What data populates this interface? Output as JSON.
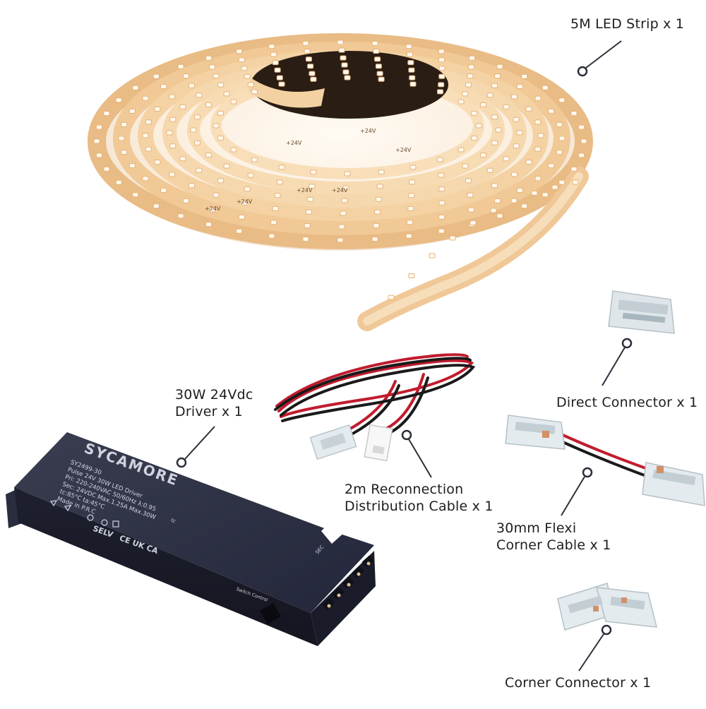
{
  "labels": {
    "strip": "5M LED Strip x 1",
    "driver_line1": "30W 24Vdc",
    "driver_line2": "Driver x 1",
    "direct": "Direct Connector x 1",
    "cable_line1": "2m Reconnection",
    "cable_line2": "Distribution Cable x 1",
    "flexi_line1": "30mm Flexi",
    "flexi_line2": "Corner Cable x 1",
    "corner": "Corner Connector x 1"
  },
  "strip_print": "+24V",
  "driver_print": {
    "brand": "SYCAMORE",
    "model": "SY2499-30",
    "line1": "Pulse 24V 30W LED Driver",
    "line2": "Pri: 220-240VAC 50/60Hz λ:0.95",
    "line3": "Sec: 24VDC Max.1.25A Max.30W",
    "line4": "tc:85°C  ta:45°C",
    "line5": "Made in P.R.C",
    "selv": "SELV",
    "marks": "CE UK CA",
    "switch": "Switch Control",
    "sec": "SEC",
    "tc_mark": "tc"
  },
  "colors": {
    "strip_glow": "#f6d7ad",
    "led": "#fffaf0",
    "driver_body": "#2e3140",
    "wire_red": "#c01c2e",
    "wire_black": "#1a1a1a",
    "connector_clear": "#dfe6ea",
    "callout": "#2b2f3a"
  }
}
